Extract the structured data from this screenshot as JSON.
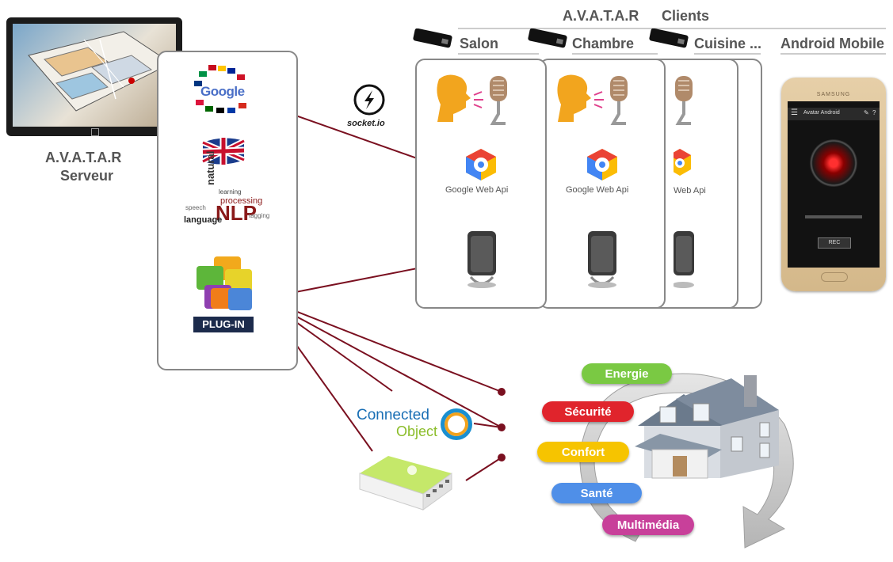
{
  "server": {
    "title": "A.V.A.T.A.R",
    "subtitle": "Serveur"
  },
  "server_stack": {
    "google_logo": "Google",
    "plugin_label": "PLUG-IN",
    "nlp_words": [
      "natural",
      "language",
      "processing",
      "learning",
      "NLP",
      "speech",
      "tagging"
    ]
  },
  "socketio": {
    "label": "socket.io"
  },
  "clients": {
    "title": "A.V.A.T.A.R",
    "label": "Clients",
    "rooms": [
      {
        "name": "Salon",
        "api_label": "Google Web Api"
      },
      {
        "name": "Chambre",
        "api_label": "Google Web Api"
      },
      {
        "name": "Cuisine ...",
        "api_label": "Web Api"
      }
    ],
    "mobile": {
      "name": "Android Mobile",
      "brand": "SAMSUNG",
      "app_title": "Avatar Android",
      "button": "REC"
    }
  },
  "connected_object": {
    "line1": "Connected",
    "line2": "Object"
  },
  "domains": [
    {
      "label": "Energie",
      "color": "#7ac943"
    },
    {
      "label": "Sécurité",
      "color": "#e0242c"
    },
    {
      "label": "Confort",
      "color": "#f6c400"
    },
    {
      "label": "Santé",
      "color": "#4f8fe8"
    },
    {
      "label": "Multimédia",
      "color": "#c8409a"
    }
  ],
  "colors": {
    "link": "#7a1020",
    "panel_border": "#888888"
  }
}
